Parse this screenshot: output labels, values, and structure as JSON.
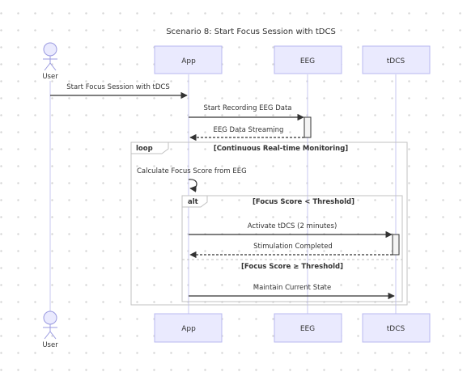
{
  "diagram": {
    "title": "Scenario 8: Start Focus Session with tDCS",
    "participants": {
      "user": "User",
      "app": "App",
      "eeg": "EEG",
      "tdcs": "tDCS"
    },
    "messages": {
      "m1": "Start Focus Session with tDCS",
      "m2": "Start Recording EEG Data",
      "m3": "EEG Data Streaming",
      "m4": "Calculate Focus Score from EEG",
      "m5": "Activate tDCS (2 minutes)",
      "m6": "Stimulation Completed",
      "m7": "Maintain Current State"
    },
    "fragments": {
      "loop_tag": "loop",
      "loop_condition": "[Continuous Real-time Monitoring]",
      "alt_tag": "alt",
      "alt_condition_1": "[Focus Score < Threshold]",
      "alt_condition_2": "[Focus Score ≥ Threshold]"
    },
    "colors": {
      "line": "#333333",
      "participant_fill": "#eaeafe",
      "participant_border": "#b8b8f0",
      "fragment_border": "#c2c2c2",
      "activation_fill": "#f4f4f4"
    }
  }
}
